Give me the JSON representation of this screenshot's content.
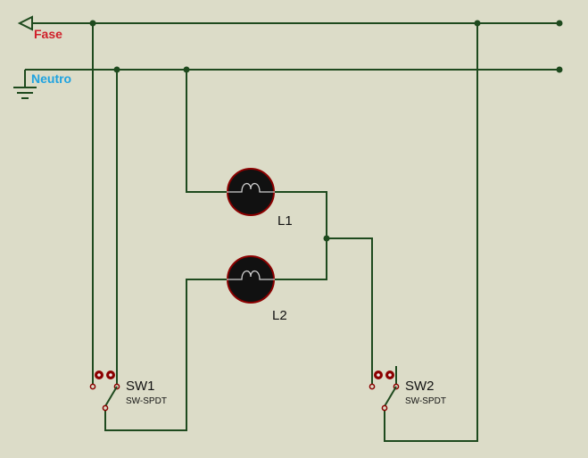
{
  "labels": {
    "fase": "Fase",
    "neutro": "Neutro",
    "l1": "L1",
    "l2": "L2",
    "sw1": "SW1",
    "sw1_type": "SW-SPDT",
    "sw2": "SW2",
    "sw2_type": "SW-SPDT"
  },
  "colors": {
    "background": "#dcdcc8",
    "wire": "#1e4a1e",
    "fase_label": "#d0202a",
    "neutro_label": "#1fa3e0",
    "lamp_fill": "#111111",
    "lamp_ring": "#8b0000",
    "switch_terminal": "#8b0000"
  },
  "icons": {
    "fase_terminal": "arrow-left-terminal-icon",
    "neutro_terminal": "ground-icon",
    "lamp": "lamp-icon",
    "switch": "spdt-switch-icon"
  }
}
